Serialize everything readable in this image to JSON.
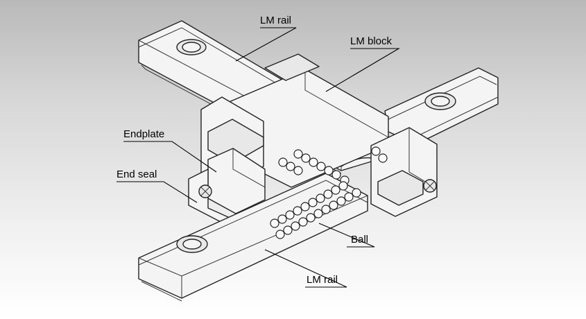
{
  "labels": {
    "lm_rail_top": "LM rail",
    "lm_block": "LM block",
    "endplate": "Endplate",
    "end_seal": "End seal",
    "ball": "Ball",
    "lm_rail_bottom": "LM rail"
  },
  "colors": {
    "background_top": "#b9b9b9",
    "background_bottom": "#ffffff",
    "line": "#222222",
    "part_fill": "#f4f4f4"
  }
}
